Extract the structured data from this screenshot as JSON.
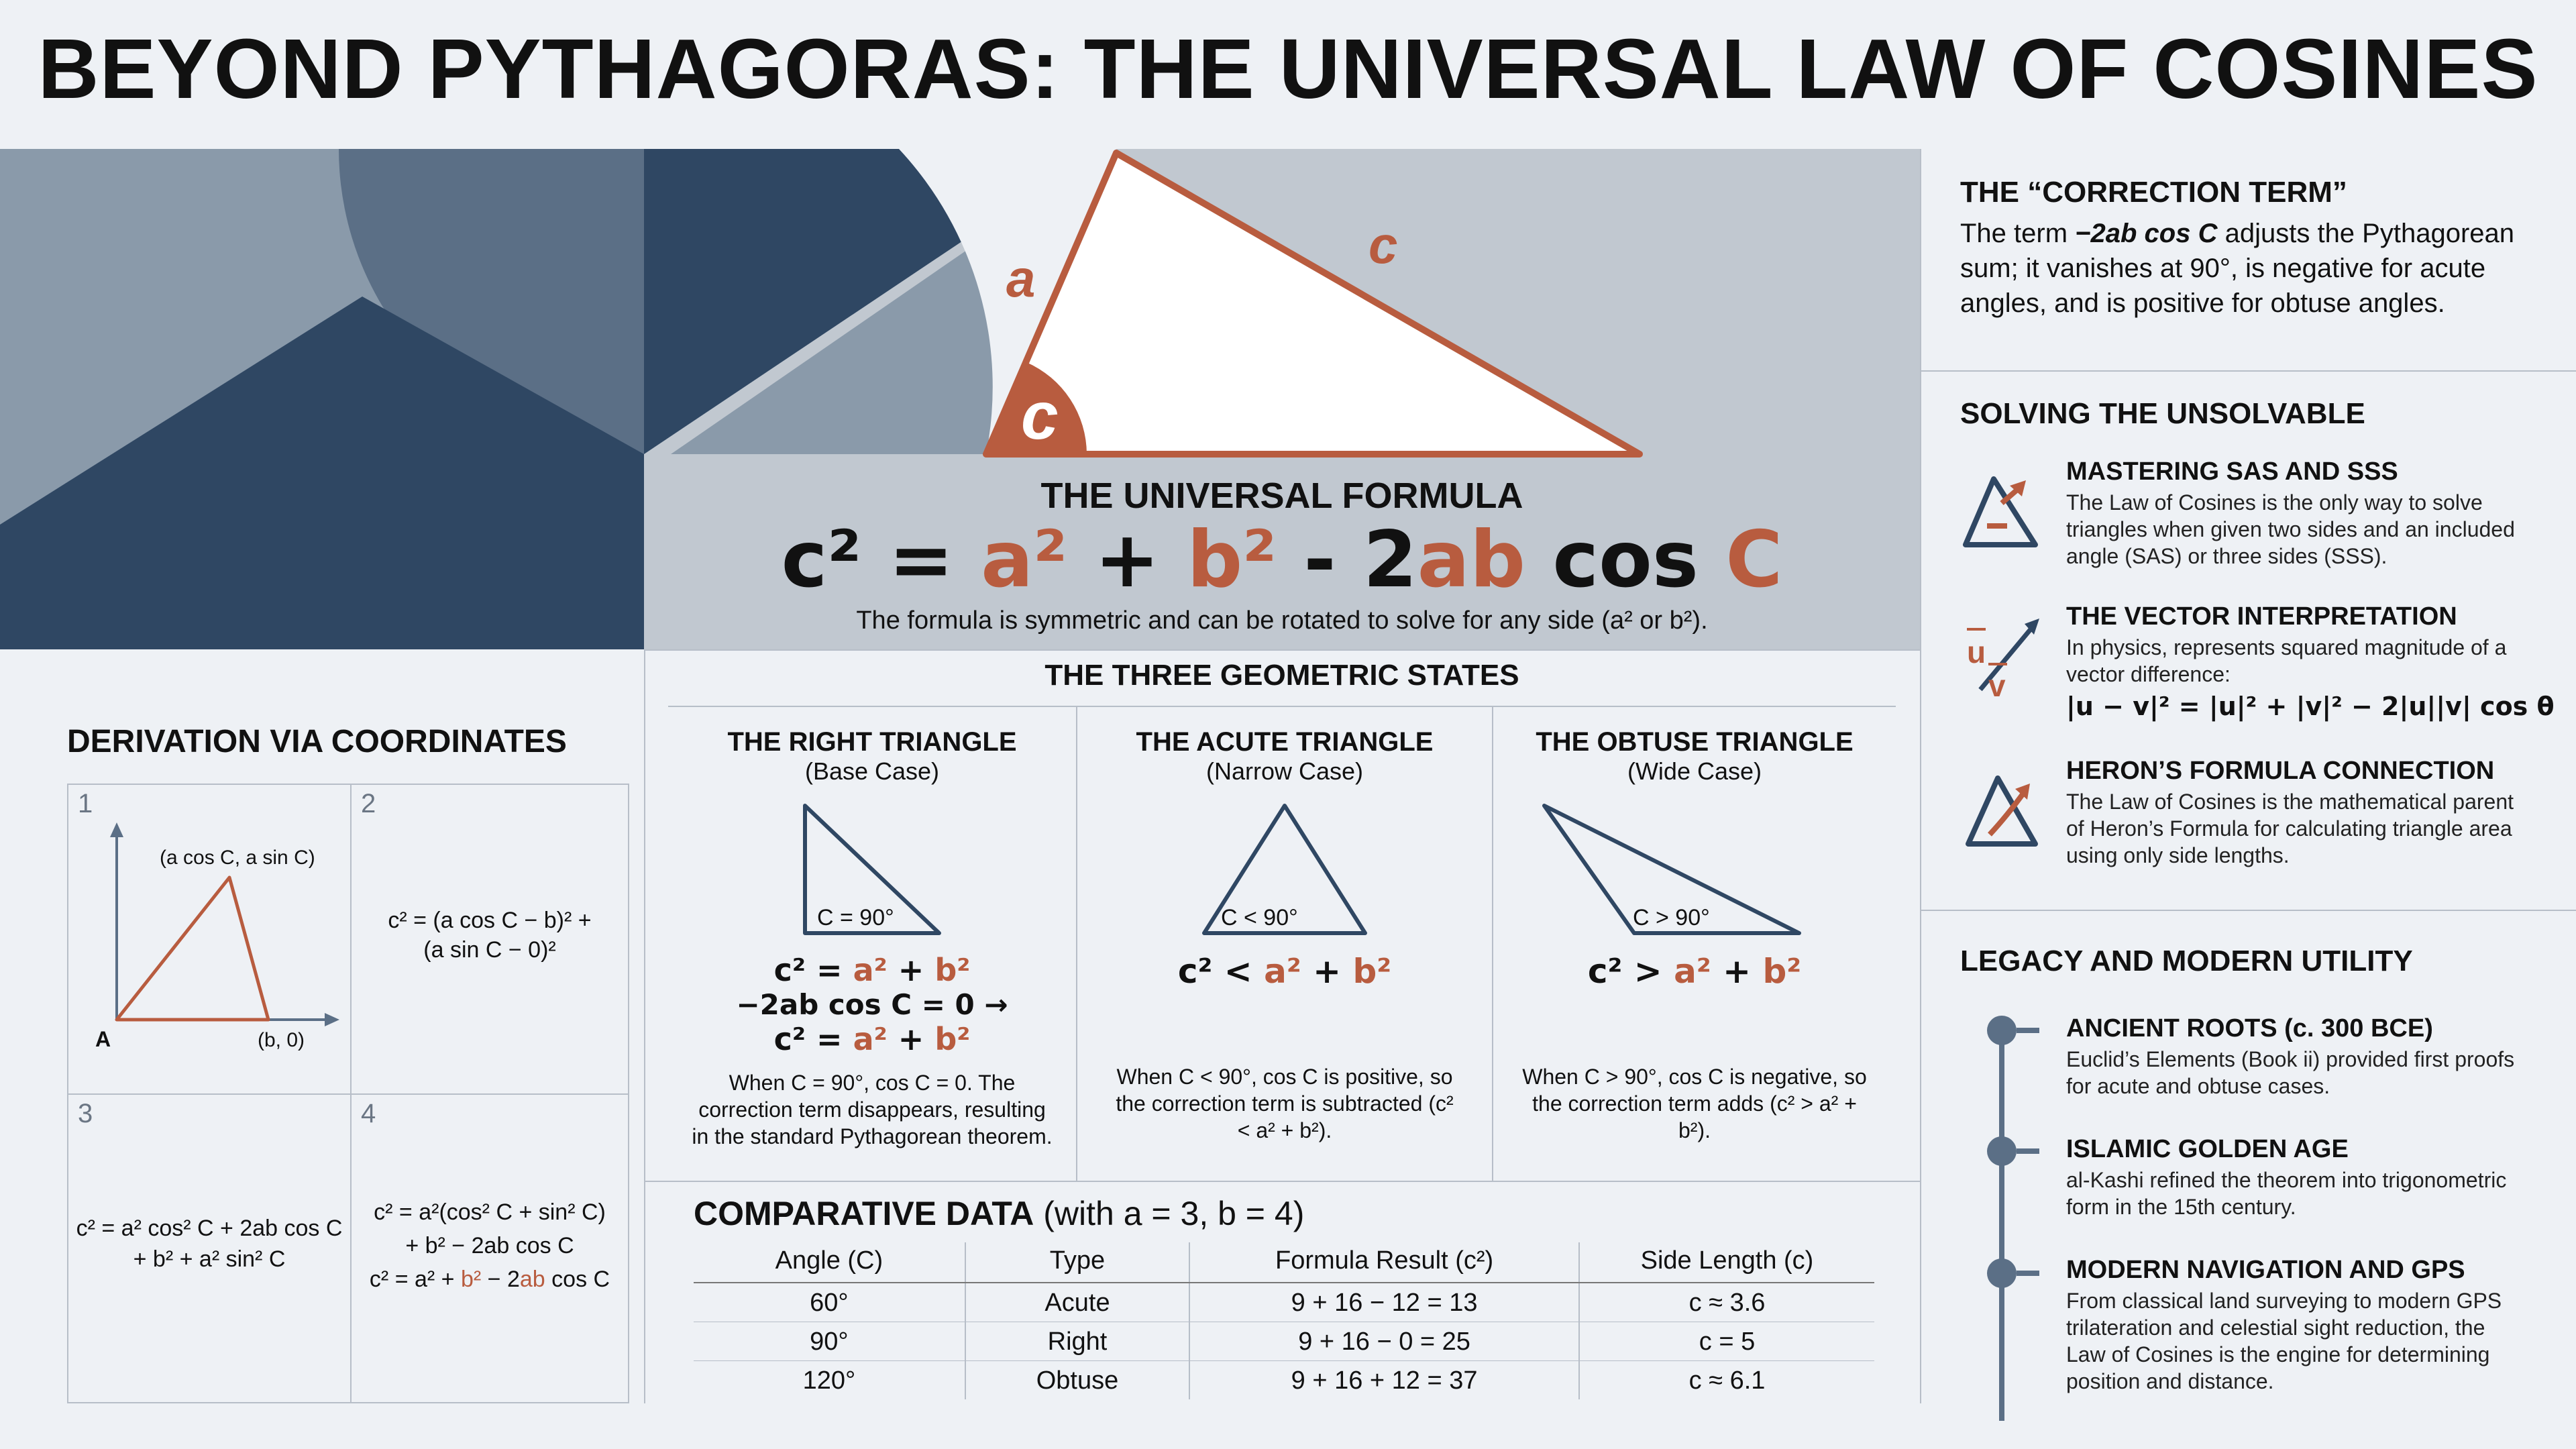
{
  "title": "BEYOND PYTHAGORAS: THE UNIVERSAL LAW OF COSINES",
  "hero": {
    "label_a": "a",
    "label_c": "c",
    "label_angle": "c"
  },
  "formula": {
    "heading": "THE UNIVERSAL FORMULA",
    "c2": "c² = ",
    "a2": "a²",
    "plus": " + ",
    "b2": "b²",
    "minus2": " - 2",
    "ab": "ab",
    "cos": " cos ",
    "C": "C",
    "note": "The formula is symmetric and can be rotated to solve for any side (a² or b²)."
  },
  "states": {
    "heading": "THE THREE GEOMETRIC STATES",
    "items": [
      {
        "title": "THE RIGHT TRIANGLE",
        "sub": "(Base Case)",
        "angle": "C = 90°",
        "f1": "c² = ",
        "f1a": "a²",
        "f1p": " + ",
        "f1b": "b²",
        "f2": "−2ab cos C = 0 →",
        "f3": "c² = ",
        "f3a": "a²",
        "f3p": " + ",
        "f3b": "b²",
        "desc": "When C = 90°, cos C = 0. The correction term disappears, resulting in the standard Pythagorean theorem."
      },
      {
        "title": "THE ACUTE TRIANGLE",
        "sub": "(Narrow Case)",
        "angle": "C < 90°",
        "f1": "c² < ",
        "f1a": "a²",
        "f1p": " + ",
        "f1b": "b²",
        "desc": "When C < 90°, cos C is positive, so the correction term is subtracted (c² < a² + b²)."
      },
      {
        "title": "THE OBTUSE TRIANGLE",
        "sub": "(Wide Case)",
        "angle": "C > 90°",
        "f1": "c² > ",
        "f1a": "a²",
        "f1p": " + ",
        "f1b": "b²",
        "desc": "When C > 90°, cos C is negative, so the correction term adds (c² > a² + b²)."
      }
    ]
  },
  "comparative": {
    "heading": "COMPARATIVE DATA",
    "heading_sub": " (with a = 3, b = 4)",
    "columns": [
      "Angle (C)",
      "Type",
      "Formula Result (c²)",
      "Side Length (c)"
    ],
    "rows": [
      [
        "60°",
        "Acute",
        "9 + 16 − 12 = 13",
        "c ≈ 3.6"
      ],
      [
        "90°",
        "Right",
        "9 + 16 − 0 = 25",
        "c = 5"
      ],
      [
        "120°",
        "Obtuse",
        "9 + 16 + 12 = 37",
        "c ≈ 6.1"
      ]
    ]
  },
  "derivation": {
    "heading": "DERIVATION VIA COORDINATES",
    "cells": [
      {
        "num": "1",
        "pt_top": "(a cos C, a sin C)",
        "pt_a": "A",
        "pt_b": "(b, 0)"
      },
      {
        "num": "2",
        "l1": "c² = (a cos C − b)² +",
        "l2": "(a sin C − 0)²"
      },
      {
        "num": "3",
        "l1": "c² = a² cos² C + 2ab cos C",
        "l2": "+ b² + a² sin² C"
      },
      {
        "num": "4",
        "l1": "c² = a²(cos² C + sin² C)",
        "l2": "+ b² − 2ab cos C",
        "l3a": "c² = a² + ",
        "l3b": "b²",
        "l3c": " − 2",
        "l3d": "ab",
        "l3e": " cos C"
      }
    ]
  },
  "sidebar": {
    "correction": {
      "title": "THE “CORRECTION TERM”",
      "body_pre": "The term ",
      "body_term": "−2ab cos C",
      "body_post": " adjusts the Pythagorean sum; it vanishes at 90°, is negative for acute angles, and is positive for obtuse angles."
    },
    "solving": {
      "title": "SOLVING THE UNSOLVABLE",
      "items": [
        {
          "title": "MASTERING SAS AND SSS",
          "body": "The Law of Cosines is the only way to solve triangles when given two sides and an included angle (SAS) or three sides (SSS).",
          "icon": "triangle-arrows-icon"
        },
        {
          "title": "THE VECTOR INTERPRETATION",
          "body": "In physics, represents squared magnitude of a vector difference:",
          "formula": "|u − v|² = |u|² + |v|² − 2|u||v| cos θ",
          "icon": "vector-icon",
          "u": "u",
          "v": "v"
        },
        {
          "title": "HERON’S FORMULA CONNECTION",
          "body": "The Law of Cosines is the mathematical parent of Heron’s Formula for calculating triangle area using only side lengths.",
          "icon": "triangle-growth-icon"
        }
      ]
    },
    "legacy": {
      "title": "LEGACY AND MODERN UTILITY",
      "items": [
        {
          "title": "ANCIENT ROOTS (c. 300 BCE)",
          "body": "Euclid’s Elements (Book ii) provided first proofs for acute and obtuse cases."
        },
        {
          "title": "ISLAMIC GOLDEN AGE",
          "body": "al-Kashi refined the theorem into trigonometric form in the 15th century."
        },
        {
          "title": "MODERN NAVIGATION AND GPS",
          "body": "From classical land surveying to modern GPS trilateration and celestial sight reduction, the Law of Cosines is the engine for determining position and distance."
        }
      ]
    }
  },
  "colors": {
    "navy": "#2f4763",
    "slate": "#5b6f86",
    "steel": "#8a9aaa",
    "light": "#c1c8d0",
    "rust": "#b85c3f"
  }
}
